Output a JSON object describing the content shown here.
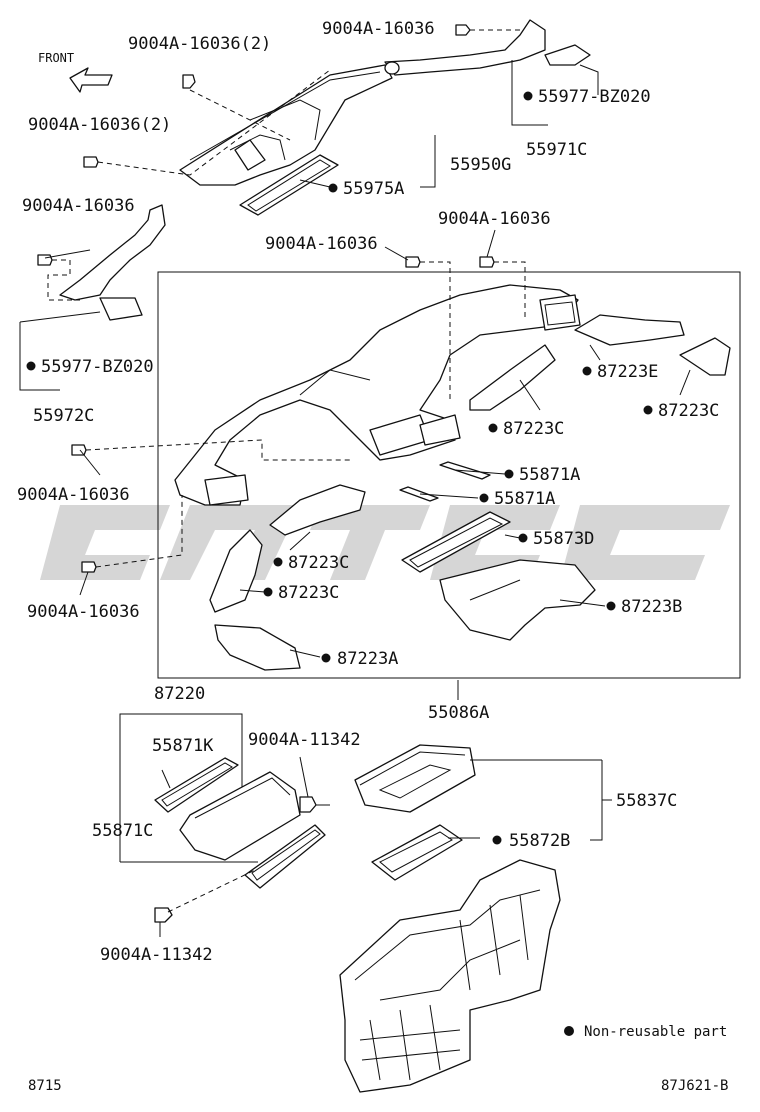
{
  "labels": {
    "front": "FRONT",
    "bolt_top": "9004A-16036",
    "bolt_top_left_2": "9004A-16036(2)",
    "bolt_left_2": "9004A-16036(2)",
    "bolt_left": "9004A-16036",
    "bolt_mid_a": "9004A-16036",
    "bolt_mid_b": "9004A-16036",
    "bolt_box_left_top": "9004A-16036",
    "bolt_box_left_bottom": "9004A-16036",
    "p55977_right": "55977-BZ020",
    "p55971C": "55971C",
    "p55950G": "55950G",
    "p55975A": "55975A",
    "p55977_left": "55977-BZ020",
    "p55972C": "55972C",
    "p87223E": "87223E",
    "p87223C_a": "87223C",
    "p87223C_b": "87223C",
    "p55871A_a": "55871A",
    "p55871A_b": "55871A",
    "p55873D": "55873D",
    "p87223C_c": "87223C",
    "p87223C_d": "87223C",
    "p87223B": "87223B",
    "p87223A": "87223A",
    "p55086A": "55086A",
    "p87220": "87220",
    "p55871K": "55871K",
    "bolt_11342_top": "9004A-11342",
    "p55871C": "55871C",
    "bolt_11342_bottom": "9004A-11342",
    "p55837C": "55837C",
    "p55872B": "55872B"
  },
  "legend": {
    "non_reusable": "Non-reusable part"
  },
  "footer": {
    "left_code": "8715",
    "right_code": "87J621-B"
  }
}
